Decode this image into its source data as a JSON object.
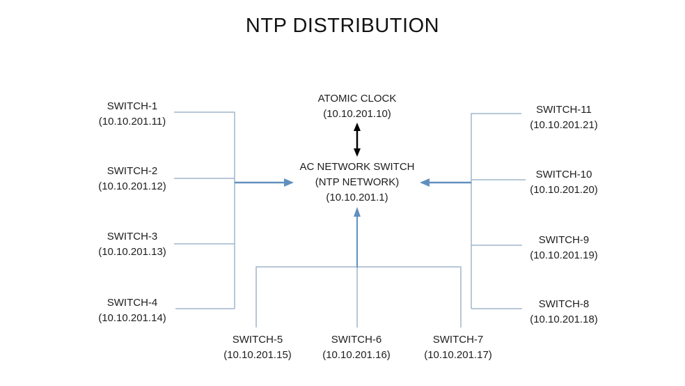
{
  "title": "NTP DISTRIBUTION",
  "colors": {
    "connector_line": "#9fb6cb",
    "arrow_blue": "#6190bf",
    "arrow_black": "#000000",
    "text": "#1d1d1d"
  },
  "nodes": {
    "atomic_clock": {
      "label": "ATOMIC CLOCK",
      "ip": "(10.10.201.10)"
    },
    "ac_network_switch": {
      "label": "AC NETWORK SWITCH",
      "sub": "(NTP NETWORK)",
      "ip": "(10.10.201.1)"
    },
    "left_switches": [
      {
        "label": "SWITCH-1",
        "ip": "(10.10.201.11)"
      },
      {
        "label": "SWITCH-2",
        "ip": "(10.10.201.12)"
      },
      {
        "label": "SWITCH-3",
        "ip": "(10.10.201.13)"
      },
      {
        "label": "SWITCH-4",
        "ip": "(10.10.201.14)"
      }
    ],
    "right_switches": [
      {
        "label": "SWITCH-11",
        "ip": "(10.10.201.21)"
      },
      {
        "label": "SWITCH-10",
        "ip": "(10.10.201.20)"
      },
      {
        "label": "SWITCH-9",
        "ip": "(10.10.201.19)"
      },
      {
        "label": "SWITCH-8",
        "ip": "(10.10.201.18)"
      }
    ],
    "bottom_switches": [
      {
        "label": "SWITCH-5",
        "ip": "(10.10.201.15)"
      },
      {
        "label": "SWITCH-6",
        "ip": "(10.10.201.16)"
      },
      {
        "label": "SWITCH-7",
        "ip": "(10.10.201.17)"
      }
    ]
  },
  "edges": [
    {
      "from": "ATOMIC CLOCK",
      "to": "AC NETWORK SWITCH",
      "direction": "bidirectional",
      "style": "black-arrow"
    },
    {
      "from": "SWITCH-1..4 group",
      "to": "AC NETWORK SWITCH",
      "direction": "into-center",
      "style": "blue-arrow"
    },
    {
      "from": "SWITCH-8..11 group",
      "to": "AC NETWORK SWITCH",
      "direction": "into-center",
      "style": "blue-arrow"
    },
    {
      "from": "SWITCH-5..7 group",
      "to": "AC NETWORK SWITCH",
      "direction": "into-center",
      "style": "blue-arrow"
    }
  ]
}
